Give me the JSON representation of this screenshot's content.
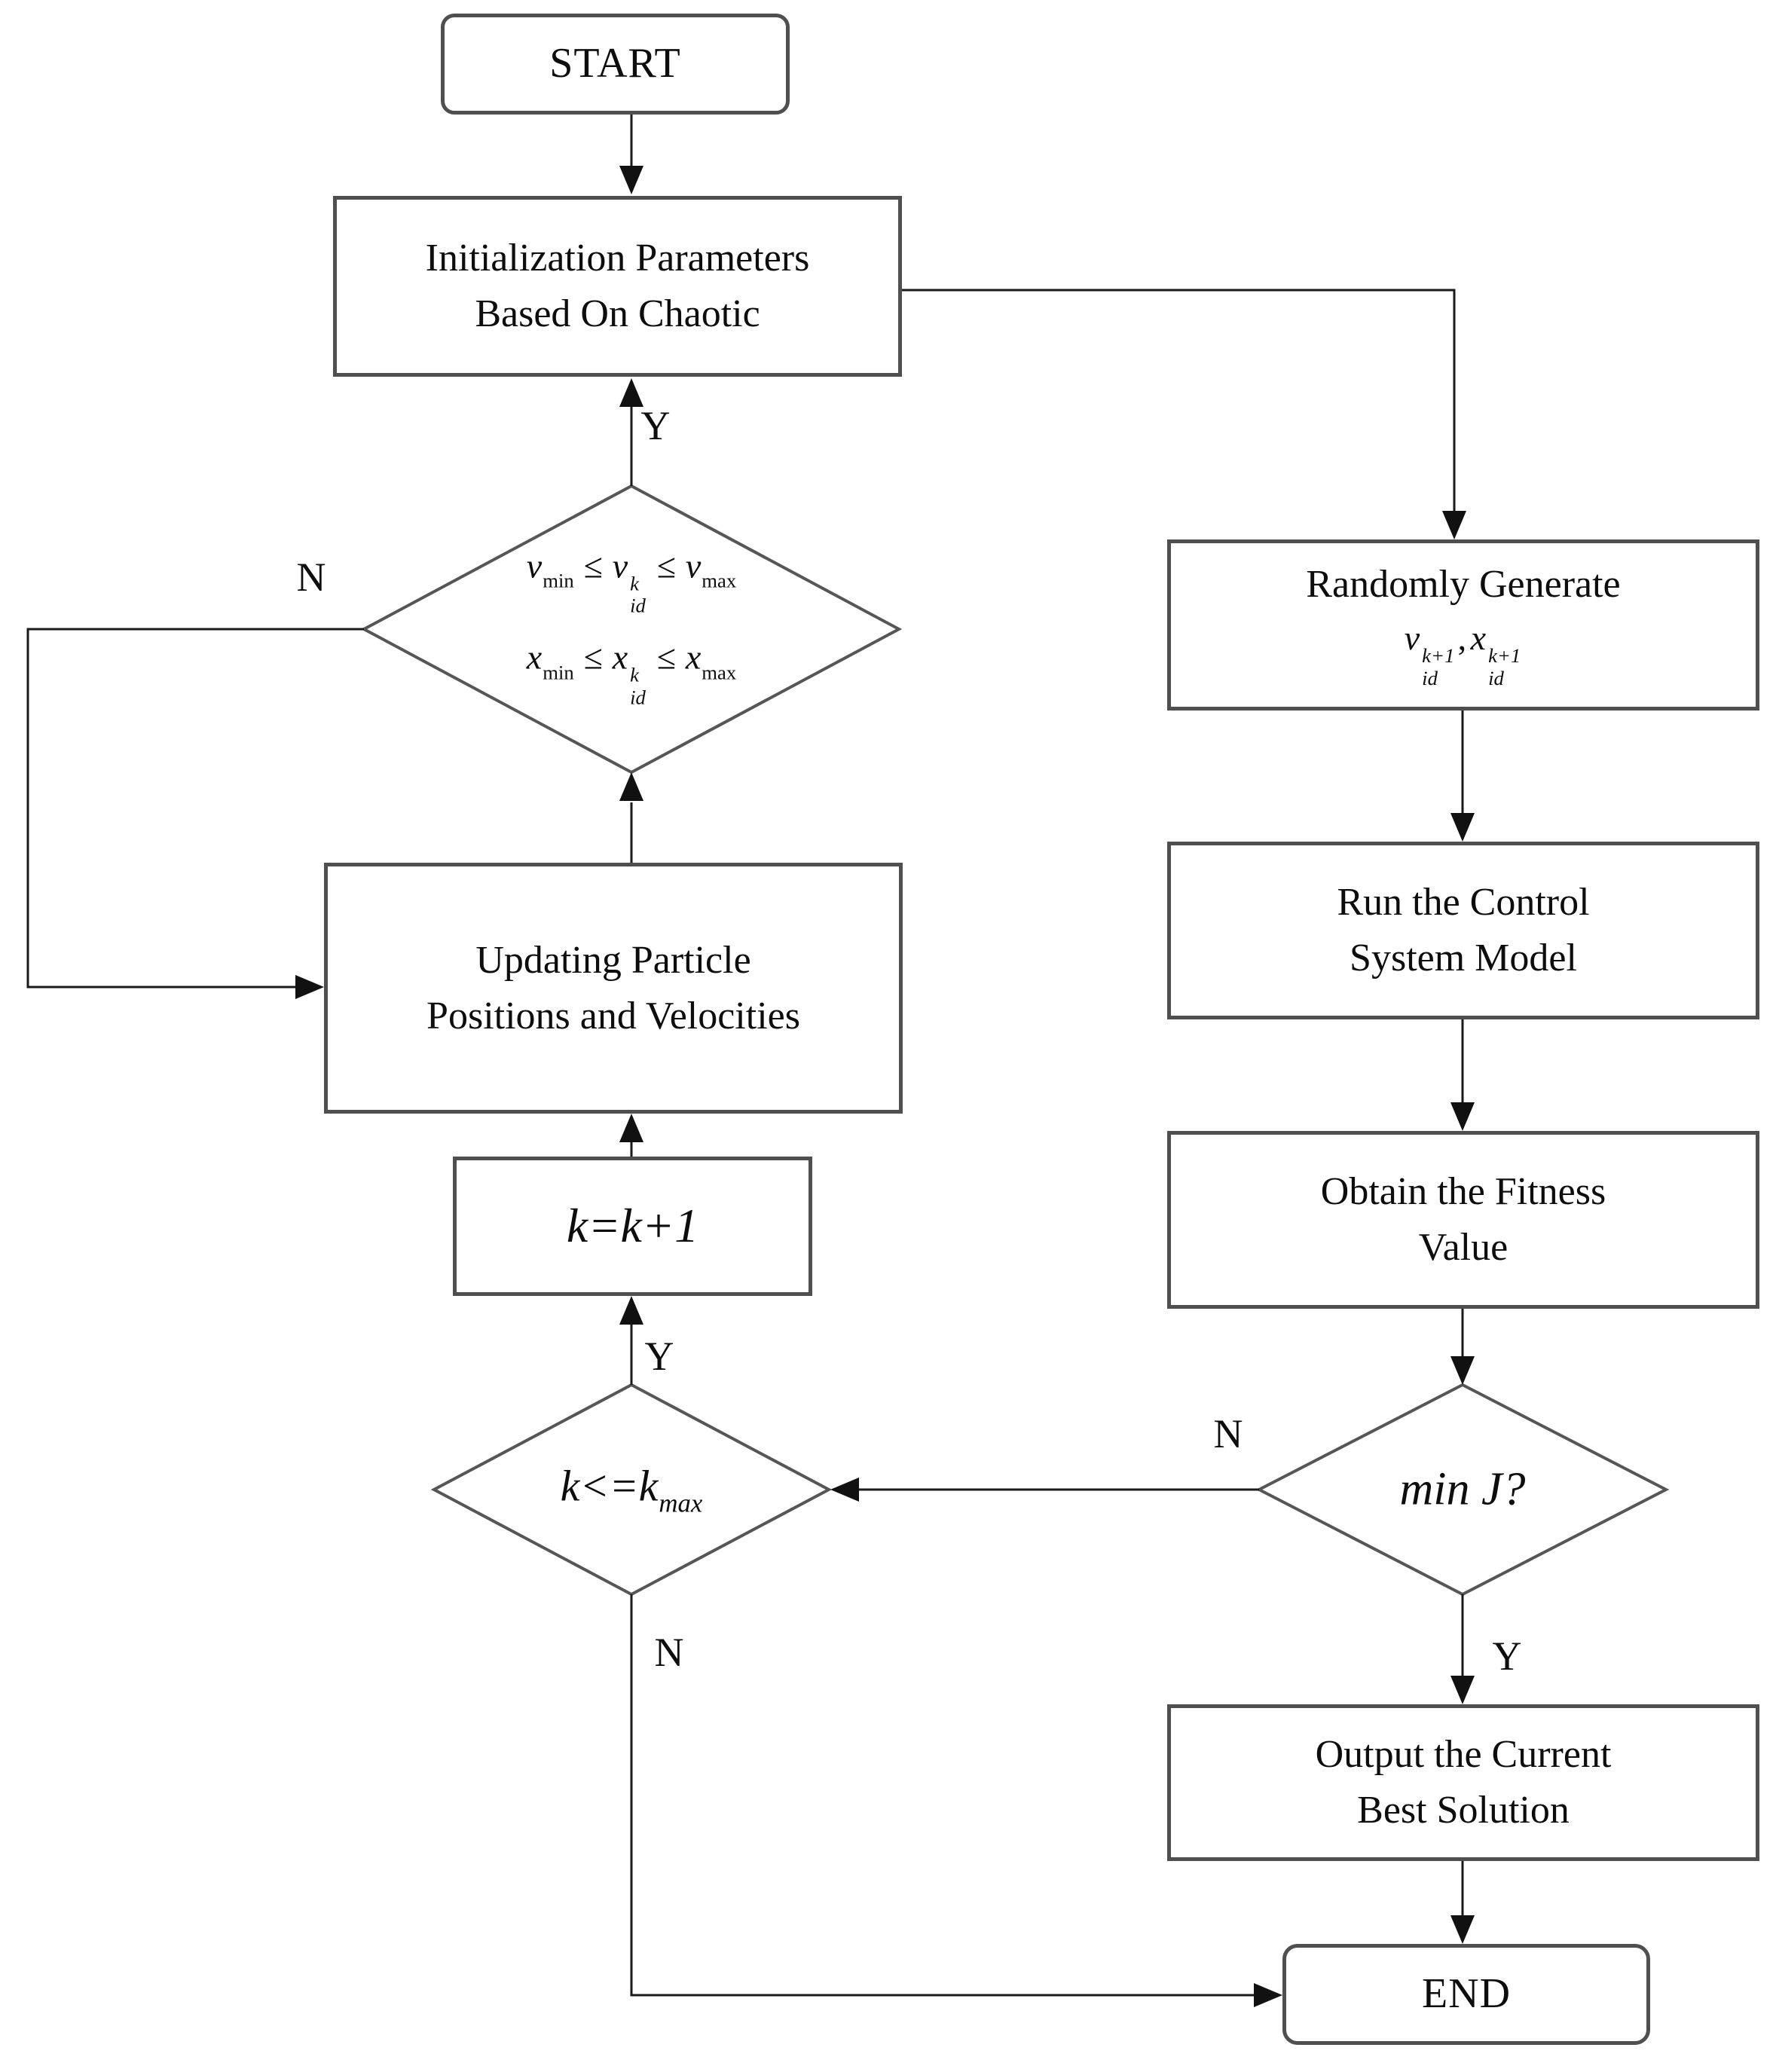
{
  "colors": {
    "box_border": "#4f4f4f",
    "diamond_border": "#565656",
    "connector": "#1a1a1a",
    "text": "#0d0d0d",
    "background": "#ffffff"
  },
  "flowchart": {
    "nodes": {
      "start": {
        "label": "START"
      },
      "init": {
        "line1": "Initialization Parameters",
        "line2": "Based On Chaotic"
      },
      "bounds_check": {
        "row1": {
          "lhs": "v",
          "lhs_sub": "min",
          "op1": "≤",
          "mid": "v",
          "mid_sup": "k",
          "mid_sub": "id",
          "op2": "≤",
          "rhs": "v",
          "rhs_sub": "max"
        },
        "row2": {
          "lhs": "x",
          "lhs_sub": "min",
          "op1": "≤",
          "mid": "x",
          "mid_sup": "k",
          "mid_sub": "id",
          "op2": "≤",
          "rhs": "x",
          "rhs_sub": "max"
        }
      },
      "updating": {
        "line1": "Updating Particle",
        "line2": "Positions and Velocities"
      },
      "k_increment": {
        "label": "k=k+1"
      },
      "k_check": {
        "base": "k<=k",
        "sub": "max"
      },
      "random_generate": {
        "title": "Randomly Generate",
        "v": "v",
        "v_sup": "k+1",
        "v_sub": "id",
        "comma": ",",
        "x": "x",
        "x_sup": "k+1",
        "x_sub": "id"
      },
      "run_model": {
        "line1": "Run the Control",
        "line2": "System Model"
      },
      "fitness": {
        "line1": "Obtain the Fitness",
        "line2": "Value"
      },
      "min_j": {
        "label": "min J?"
      },
      "output": {
        "line1": "Output the Current",
        "line2": "Best Solution"
      },
      "end": {
        "label": "END"
      }
    },
    "edge_labels": {
      "init_loop_yes": "Y",
      "bounds_no": "N",
      "k_check_yes": "Y",
      "k_check_no": "N",
      "min_j_no": "N",
      "min_j_yes": "Y"
    }
  }
}
